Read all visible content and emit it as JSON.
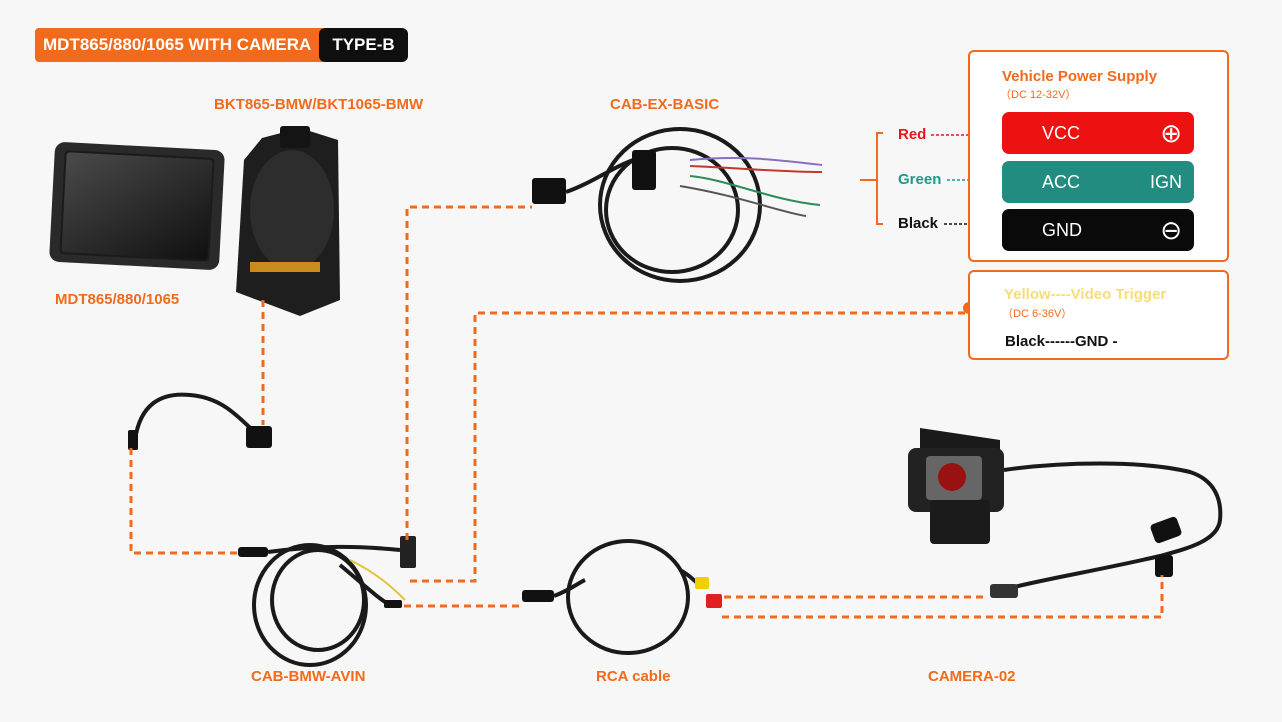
{
  "title": {
    "main": "MDT865/880/1065 WITH CAMERA",
    "type": "TYPE-B"
  },
  "labels": {
    "tablet": "MDT865/880/1065",
    "bracket": "BKT865-BMW/BKT1065-BMW",
    "cab_ex": "CAB-EX-BASIC",
    "avin": "CAB-BMW-AVIN",
    "rca": "RCA cable",
    "camera": "CAMERA-02"
  },
  "power_box": {
    "title": "Vehicle Power Supply",
    "subtitle": "（DC 12-32V）",
    "rows": [
      {
        "wire": "Red",
        "wire_color": "#e8141b",
        "pill_label": "VCC",
        "pill_right": "⊕",
        "pill_color": "#ee1111"
      },
      {
        "wire": "Green",
        "wire_color": "#1f9a8a",
        "pill_label": "ACC",
        "pill_right": "IGN",
        "pill_color": "#218c7f"
      },
      {
        "wire": "Black",
        "wire_color": "#111111",
        "pill_label": "GND",
        "pill_right": "⊖",
        "pill_color": "#0a0a0a"
      }
    ]
  },
  "trigger_box": {
    "title": "Yellow----Video Trigger",
    "title_color": "#f8dc7a",
    "subtitle": "（DC 6-36V）",
    "line2": "Black------GND -"
  },
  "colors": {
    "accent": "#f26a1b",
    "dash": "#f26a1b"
  }
}
